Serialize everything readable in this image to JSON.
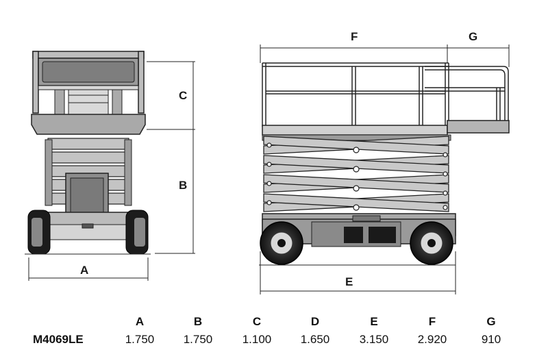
{
  "dimension_labels": {
    "a": "A",
    "b": "B",
    "c": "C",
    "e": "E",
    "f": "F",
    "g": "G"
  },
  "spec_table": {
    "model": "M4069LE",
    "columns": [
      "A",
      "B",
      "C",
      "D",
      "E",
      "F",
      "G"
    ],
    "values": [
      "1.750",
      "1.750",
      "1.100",
      "1.650",
      "3.150",
      "2.920",
      "910"
    ]
  },
  "colors": {
    "body": "#8c8c8c",
    "panel": "#a8a8a8",
    "light": "#d2d2d2",
    "dark": "#1e1e1e",
    "line": "#222222"
  }
}
